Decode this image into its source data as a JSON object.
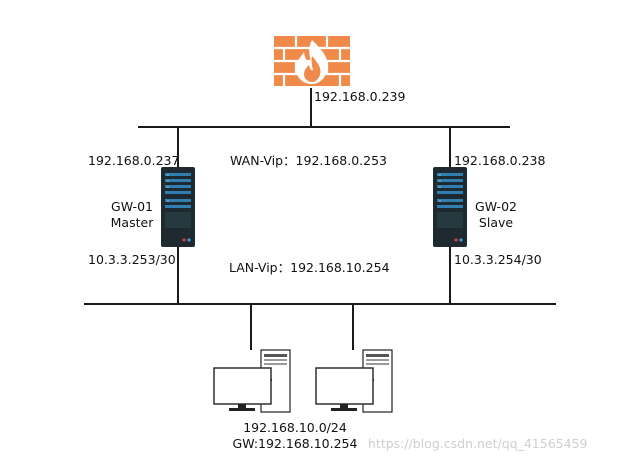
{
  "firewall": {
    "ip": "192.168.0.239",
    "icon": "firewall-icon"
  },
  "wan": {
    "vip_label": "WAN-Vip：192.168.0.253"
  },
  "lan": {
    "vip_label": "LAN-Vip：192.168.10.254"
  },
  "gw01": {
    "wan_ip": "192.168.0.237",
    "name": "GW-01",
    "role": "Master",
    "lan_ip": "10.3.3.253/30",
    "icon": "server-icon"
  },
  "gw02": {
    "wan_ip": "192.168.0.238",
    "name": "GW-02",
    "role": "Slave",
    "lan_ip": "10.3.3.254/30",
    "icon": "server-icon"
  },
  "clients": {
    "subnet": "192.168.10.0/24",
    "gateway": "GW:192.168.10.254",
    "icon": "desktop-pc-icon"
  },
  "watermark": "https://blog.csdn.net/qq_41565459",
  "colors": {
    "firewall": "#f08a4b",
    "server": "#1e2a30",
    "server_bay": "#2f7fb0",
    "line": "#1a1a1a"
  }
}
